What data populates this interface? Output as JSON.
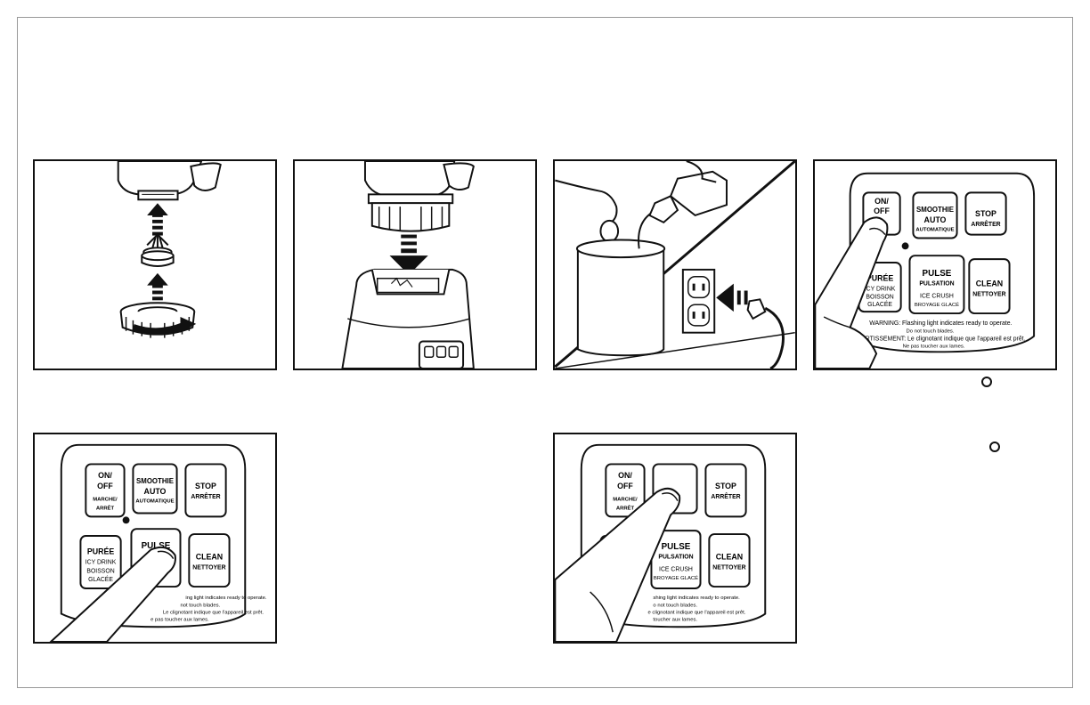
{
  "control_panel": {
    "on_off": {
      "line1": "ON/",
      "line2": "OFF",
      "line3": "MARCHE/",
      "line4": "ARRÊT"
    },
    "smoothie": {
      "line1": "SMOOTHIE",
      "line2": "AUTO",
      "line3": "AUTOMATIQUE"
    },
    "stop": {
      "line1": "STOP",
      "line2": "ARRÊTER"
    },
    "puree": {
      "line1": "PURÉE",
      "line2": "ICY DRINK",
      "line3": "BOISSON",
      "line4": "GLACÉE"
    },
    "pulse": {
      "line1": "PULSE",
      "line2": "PULSATION",
      "line3": "ICE CRUSH",
      "line4": "BROYAGE GLACÉ"
    },
    "clean": {
      "line1": "CLEAN",
      "line2": "NETTOYER"
    },
    "warning_line1": "WARNING: Flashing light indicates ready to operate.",
    "warning_line2": "Do not touch blades.",
    "avertissement_line1": "AVERTISSEMENT: Le clignotant indique que l'appareil est prêt.",
    "avertissement_line2": "Ne pas toucher aux lames."
  },
  "colors": {
    "outline": "#111111",
    "page_border": "#999999",
    "background": "#ffffff",
    "gray_fill": "#cfcfcf"
  },
  "icons": [
    "arrow-up-icon",
    "arrow-down-icon",
    "rotate-arrow-icon",
    "power-dot-icon",
    "ring-bullet-icon"
  ]
}
